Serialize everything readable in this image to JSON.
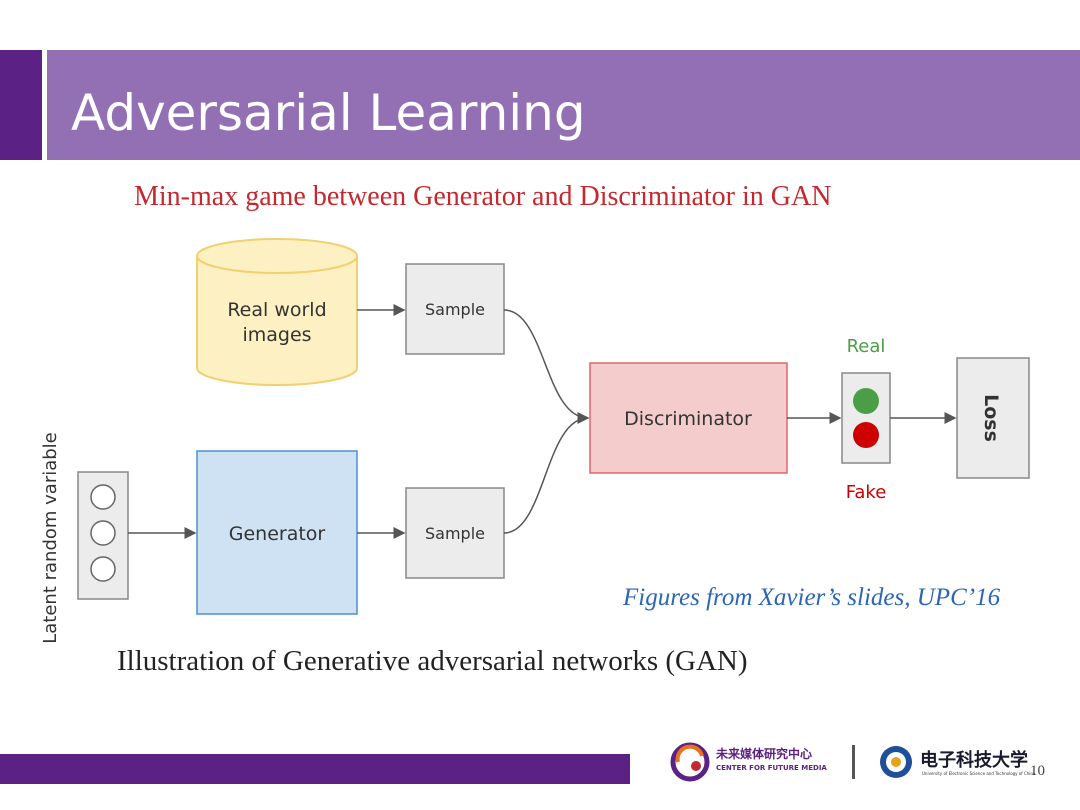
{
  "slide": {
    "title": "Adversarial Learning",
    "subtitle": "Min-max game between Generator and Discriminator in GAN",
    "caption": "Illustration of Generative adversarial networks (GAN)",
    "credit": "Figures from  Xavier’s slides, UPC’16",
    "page_number": "10"
  },
  "diagram": {
    "real_images_line1": "Real world",
    "real_images_line2": "images",
    "sample_top": "Sample",
    "sample_bottom": "Sample",
    "generator": "Generator",
    "discriminator": "Discriminator",
    "loss": "Loss",
    "real_label": "Real",
    "fake_label": "Fake",
    "latent_label": "Latent random variable"
  },
  "footer": {
    "org1_line1": "未来媒体研究中心",
    "org1_line2": "CENTER FOR FUTURE MEDIA",
    "org2_line1": "电子科技大学",
    "org2_line2": "University of Electronic Science and Technology of China"
  },
  "colors": {
    "title_bar": "#9370b3",
    "brand_purple": "#5b2185",
    "subtitle_red": "#c5282e",
    "credit_blue": "#2a66b8",
    "cylinder_fill": "#fdf0c2",
    "cylinder_stroke": "#f0d170",
    "generator_fill": "#cfe2f3",
    "generator_stroke": "#4f8fd0",
    "discriminator_fill": "#f4cccc",
    "discriminator_stroke": "#e06666",
    "box_fill": "#ececec",
    "real_green": "#4a9e45",
    "fake_red": "#cc0000"
  }
}
